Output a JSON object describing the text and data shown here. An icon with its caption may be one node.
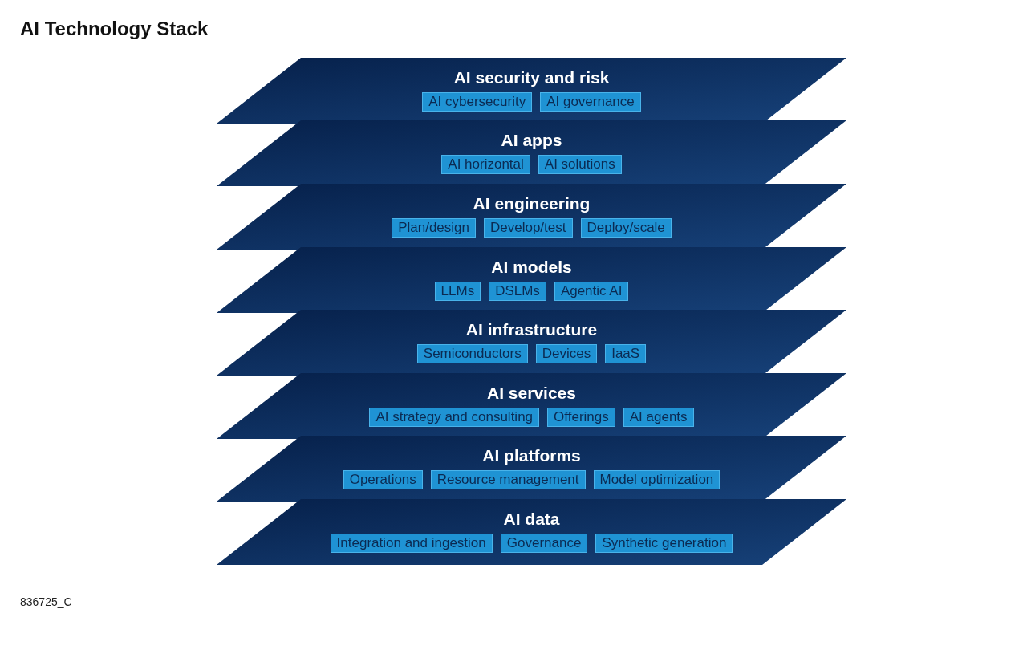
{
  "diagram": {
    "title": "AI Technology Stack",
    "nodes": [
      {
        "text": [
          "AI security and risk"
        ]
      },
      {
        "text": [
          "AI cybersecurity"
        ],
        "in": 0
      },
      {
        "text": [
          "AI governance"
        ],
        "in": 0
      },
      {
        "text": [
          "AI apps"
        ]
      },
      {
        "text": [
          "AI horizontal"
        ],
        "in": 3
      },
      {
        "text": [
          "AI solutions"
        ],
        "in": 3
      },
      {
        "text": [
          "AI engineering"
        ]
      },
      {
        "text": [
          "Plan/design"
        ],
        "in": 6
      },
      {
        "text": [
          "Develop/test"
        ],
        "in": 6
      },
      {
        "text": [
          "Deploy/scale"
        ],
        "in": 6
      },
      {
        "text": [
          "AI models"
        ]
      },
      {
        "text": [
          "LLMs"
        ],
        "in": 10
      },
      {
        "text": [
          "DSLMs"
        ],
        "in": 10
      },
      {
        "text": [
          "Agentic AI"
        ],
        "in": 10
      },
      {
        "text": [
          "AI infrastructure"
        ]
      },
      {
        "text": [
          "Semiconductors"
        ],
        "in": 14
      },
      {
        "text": [
          "Devices"
        ],
        "in": 14
      },
      {
        "text": [
          "IaaS"
        ],
        "in": 14
      },
      {
        "text": [
          "AI services"
        ]
      },
      {
        "text": [
          "AI strategy and consulting"
        ],
        "in": 18
      },
      {
        "text": [
          "Offerings"
        ],
        "in": 18
      },
      {
        "text": [
          "AI agents"
        ],
        "in": 18
      },
      {
        "text": [
          "AI platforms"
        ]
      },
      {
        "text": [
          "Operations"
        ],
        "in": 22
      },
      {
        "text": [
          "Resource management"
        ],
        "in": 22
      },
      {
        "text": [
          "Model optimization"
        ],
        "in": 22
      },
      {
        "text": [
          "AI data"
        ]
      },
      {
        "text": [
          "Integration and ingestion"
        ],
        "in": 26
      },
      {
        "text": [
          "Governance"
        ],
        "in": 26
      },
      {
        "text": [
          "Synthetic generation"
        ],
        "in": 26
      }
    ],
    "labels": [
      "836725_C"
    ]
  }
}
